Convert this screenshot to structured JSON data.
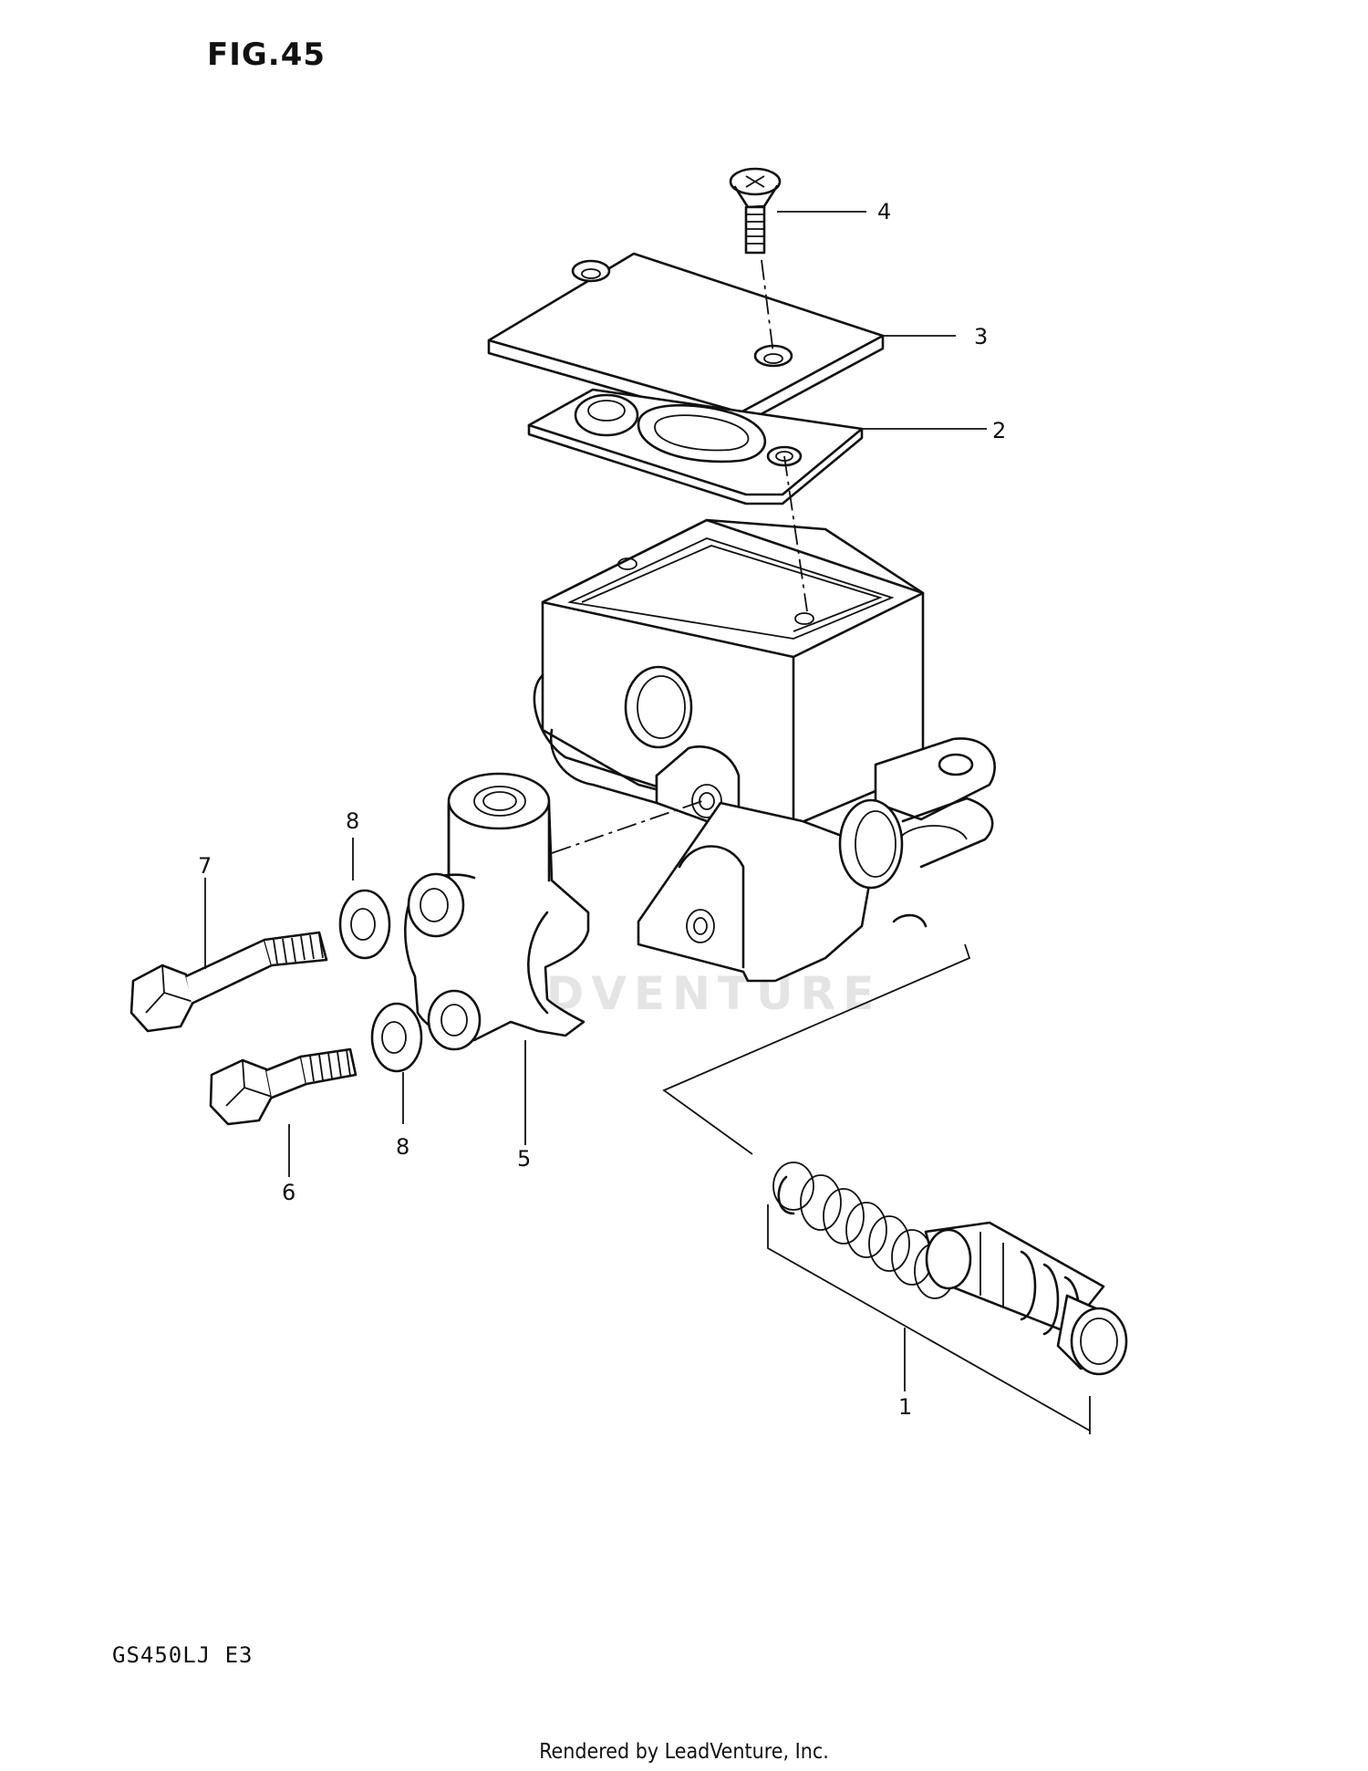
{
  "figure_title": "FIG.45",
  "model_code": "GS450LJ  E3",
  "watermark": "LEADVENTURE",
  "footer": "Rendered by LeadVenture, Inc.",
  "callouts": [
    {
      "id": "c4",
      "label": "4"
    },
    {
      "id": "c3",
      "label": "3"
    },
    {
      "id": "c2",
      "label": "2"
    },
    {
      "id": "c8a",
      "label": "8"
    },
    {
      "id": "c7",
      "label": "7"
    },
    {
      "id": "c8b",
      "label": "8"
    },
    {
      "id": "c5",
      "label": "5"
    },
    {
      "id": "c6",
      "label": "6"
    },
    {
      "id": "c1",
      "label": "1"
    }
  ]
}
